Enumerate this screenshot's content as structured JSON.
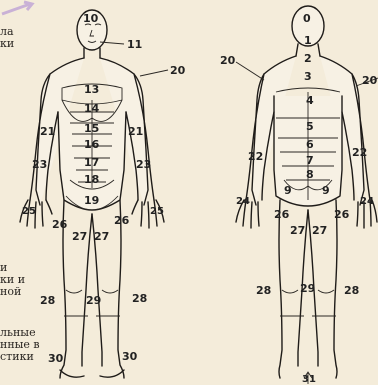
{
  "side_text": {
    "top": "ла\nки",
    "middle": "и\nки и\nной",
    "bottom": "льные\nнные в\nстики"
  },
  "front_labels": {
    "head": "10",
    "neck_pointer": "11",
    "chest_upper": "13",
    "chest": "14",
    "abd_upper": "15",
    "abd_mid": "16",
    "abd": "17",
    "hypogastric": "18",
    "pelvis": "19",
    "arm_pointer": "20",
    "arm_left": "21",
    "arm_right": "21",
    "forearm_left": "23",
    "forearm_right": "23",
    "hand_left": "25",
    "hand_right": "25",
    "thigh_outer_left": "26",
    "thigh_outer_right": "26",
    "thigh_inner_left": "27",
    "thigh_inner_right": "27",
    "leg_left": "28",
    "leg_right": "28",
    "knee": "29",
    "foot_left": "30",
    "foot_right": "30"
  },
  "back_labels": {
    "head": "0",
    "neck": "1",
    "upper_back": "2",
    "scapula": "3",
    "back4": "4",
    "back5": "5",
    "back6": "6",
    "back7": "7",
    "lumbar": "8",
    "glute_left": "9",
    "glute_right": "9",
    "arm_pointer_left": "20",
    "arm_pointer_right": "20",
    "arm_left": "22",
    "arm_right": "22",
    "hand_left": "24",
    "hand_right": "24",
    "thigh_left": "26",
    "thigh_right": "26",
    "thigh_inner_left": "27",
    "thigh_inner_right": "27",
    "leg_left": "28",
    "leg_right": "28",
    "knee": "29",
    "feet": "31"
  }
}
